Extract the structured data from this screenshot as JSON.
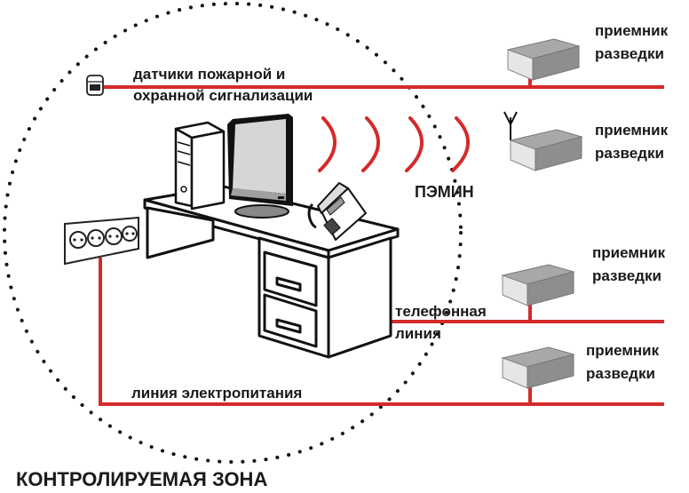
{
  "title": "КОНТРОЛИРУЕМАЯ ЗОНА",
  "colors": {
    "line": "#d42a2a",
    "box_front": "#e6e6e6",
    "box_top": "#a8a8a8",
    "box_side": "#8a8a8a",
    "zone_dots": "#111111"
  },
  "labels": {
    "sensors_line1": "датчики пожарной и",
    "sensors_line2": "охранной сигнализации",
    "pemin": "ПЭМИН",
    "phone_line1": "телефонная",
    "phone_line2": "линия",
    "power_line": "линия электропитания"
  },
  "receivers": [
    {
      "line1": "приемник",
      "line2": "разведки",
      "connection": "sensor-line",
      "antenna": false
    },
    {
      "line1": "приемник",
      "line2": "разведки",
      "connection": "radio",
      "antenna": true
    },
    {
      "line1": "приемник",
      "line2": "разведки",
      "connection": "phone-line",
      "antenna": false
    },
    {
      "line1": "приемник",
      "line2": "разведки",
      "connection": "power-line",
      "antenna": false
    }
  ],
  "icons": {
    "sensor": "fire-security-sensor-icon",
    "computer": "computer-tower-icon",
    "monitor": "monitor-icon",
    "phone": "telephone-icon",
    "socket": "power-socket-icon",
    "desk": "desk-icon",
    "waves": "emission-waves-icon",
    "antenna": "antenna-icon"
  }
}
